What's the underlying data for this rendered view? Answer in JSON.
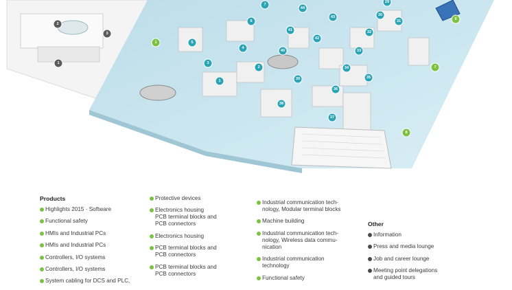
{
  "legend": {
    "products_title": "Products",
    "other_title": "Other",
    "col1": [
      {
        "text": "Highlights 2015 · Software"
      },
      {
        "text": "Functional safety"
      },
      {
        "text": "HMIs and Industrial PCs"
      },
      {
        "text": "HMIs and Industrial PCs"
      },
      {
        "text": "Controllers, I/O systems"
      },
      {
        "text": "Controllers, I/O systems"
      },
      {
        "text": "System cabling for DCS and PLC,"
      }
    ],
    "col2": [
      {
        "text": "Protective devices"
      },
      {
        "text": "Electronics housing\nPCB terminal blocks and\nPCB connectors"
      },
      {
        "text": "Electronics housing"
      },
      {
        "text": "PCB terminal blocks and\nPCB connectors"
      },
      {
        "text": "PCB terminal blocks and\nPCB connectors"
      }
    ],
    "col3": [
      {
        "text": "Industrial communication tech-\nnology, Modular terminal blocks"
      },
      {
        "text": "Machine building"
      },
      {
        "text": "Industrial communication tech-\nnology, Wireless data commu-\nnication"
      },
      {
        "text": "Industrial communication\ntechnology"
      },
      {
        "text": "Functional safety"
      }
    ],
    "col4": [
      {
        "text": "Information"
      },
      {
        "text": "Press and media lounge"
      },
      {
        "text": "Job and career lounge"
      },
      {
        "text": "Meeting point delegations\nand guided tours"
      }
    ]
  },
  "map": {
    "markers_blue": [
      "1",
      "2",
      "3",
      "4",
      "5",
      "6",
      "7",
      "29",
      "30",
      "31",
      "32",
      "33",
      "34",
      "35",
      "36",
      "37",
      "38",
      "39",
      "40",
      "41",
      "42",
      "43",
      "44"
    ],
    "markers_green": [
      "1",
      "6",
      "7",
      "8"
    ],
    "markers_grey": [
      "1",
      "2",
      "3"
    ]
  },
  "colors": {
    "accent_green": "#7cc242",
    "marker_blue": "#2aa3b4",
    "floor_blue": "#cfe6ef"
  }
}
